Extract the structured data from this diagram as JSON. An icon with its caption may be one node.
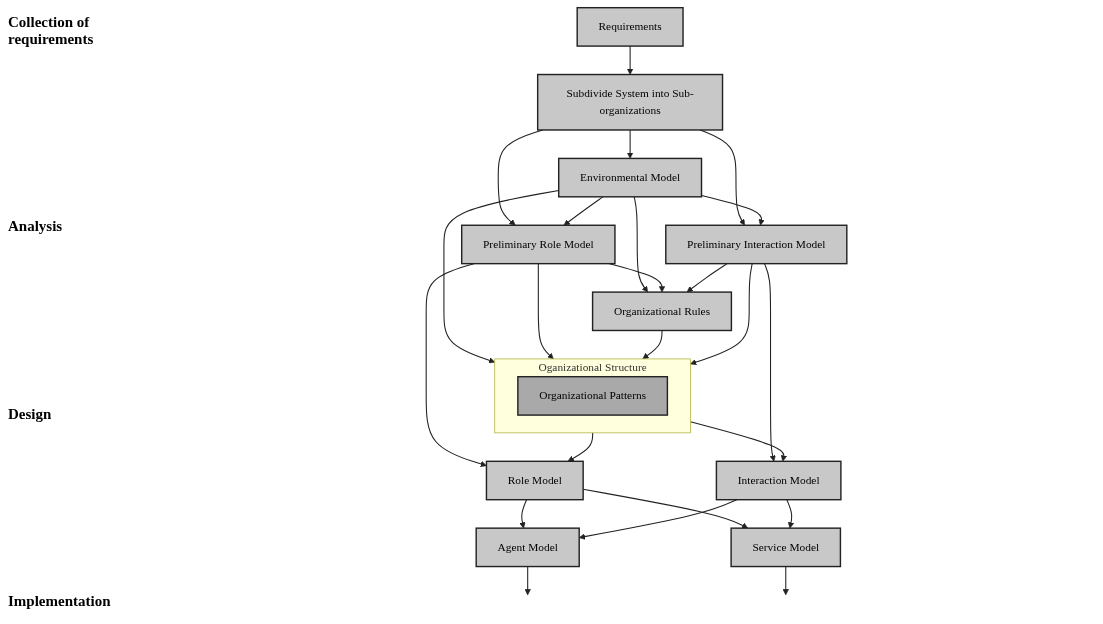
{
  "diagram": {
    "nodes": [
      {
        "text": [
          "Requirements"
        ]
      },
      {
        "text": [
          "Subdivide System into Sub-organizations"
        ]
      },
      {
        "text": [
          "Preliminary Role Model"
        ]
      },
      {
        "text": [
          "Environmental Model"
        ]
      },
      {
        "text": [
          "Preliminary Interaction Model"
        ]
      },
      {
        "text": [
          "Organizational Rules"
        ]
      },
      {
        "text": [
          "Oganizational Structure"
        ]
      },
      {
        "text": [
          "Organizational Patterns"
        ],
        "in": 6
      },
      {
        "text": [
          "Role Model"
        ]
      },
      {
        "text": [
          "Interaction Model"
        ]
      },
      {
        "text": [
          "Agent Model"
        ]
      },
      {
        "text": [
          "Service Model"
        ]
      }
    ],
    "edges": [
      {
        "from": 0,
        "to": 1,
        "arrow": "to"
      },
      {
        "from": 1,
        "to": 2,
        "arrow": "to"
      },
      {
        "from": 1,
        "to": 3,
        "arrow": "to"
      },
      {
        "from": 1,
        "to": 4,
        "arrow": "to"
      },
      {
        "from": 3,
        "to": 2,
        "arrow": "to"
      },
      {
        "from": 3,
        "to": 4,
        "arrow": "to"
      },
      {
        "from": 3,
        "to": 5,
        "arrow": "to"
      },
      {
        "from": 2,
        "to": 5,
        "arrow": "to"
      },
      {
        "from": 4,
        "to": 5,
        "arrow": "to"
      },
      {
        "from": 3,
        "to": 6,
        "arrow": "to"
      },
      {
        "from": 2,
        "to": 6,
        "arrow": "to"
      },
      {
        "from": 5,
        "to": 6,
        "arrow": "to"
      },
      {
        "from": 4,
        "to": 6,
        "arrow": "to"
      },
      {
        "from": 2,
        "to": 8,
        "arrow": "to"
      },
      {
        "from": 4,
        "to": 9,
        "arrow": "to"
      },
      {
        "from": 6,
        "to": 8,
        "arrow": "to"
      },
      {
        "from": 6,
        "to": 9,
        "arrow": "to"
      },
      {
        "from": 8,
        "to": 10,
        "arrow": "to"
      },
      {
        "from": 8,
        "to": 11,
        "arrow": "to"
      },
      {
        "from": 9,
        "to": 10,
        "arrow": "to"
      },
      {
        "from": 9,
        "to": 11,
        "arrow": "to"
      },
      {
        "from": 10,
        "to": null,
        "arrow": "to"
      },
      {
        "from": 11,
        "to": null,
        "arrow": "to"
      }
    ],
    "labels": [
      "Collection of requirements",
      "Analysis",
      "Design",
      "Implementation"
    ]
  }
}
